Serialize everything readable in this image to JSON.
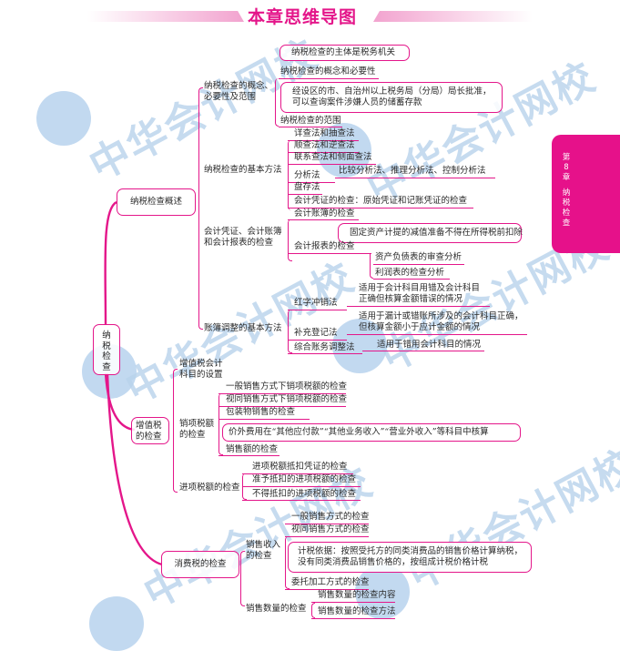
{
  "header": {
    "title": "本章思维导图"
  },
  "side_tab": {
    "chapter": [
      "第",
      "8",
      "章"
    ],
    "name": [
      "纳",
      "税",
      "检",
      "查"
    ]
  },
  "watermark": {
    "text": "中华会计网校"
  },
  "colors": {
    "accent": "#e4168a",
    "tab": "#e6118a",
    "watermark": "#b9d3ec"
  },
  "root": {
    "label_chars": [
      "纳",
      "税",
      "检",
      "查"
    ]
  },
  "overview": {
    "label": "纳税检查概述",
    "concept": {
      "label_lines": [
        "纳税检查的概念、",
        "必要性及范围"
      ],
      "callout_subject": "纳税检查的主体是税务机关",
      "item_concept": "纳税检查的概念和必要性",
      "callout_scope": [
        "经设区的市、自治州以上税务局（分局）局长批准，",
        "可以查询案件涉嫌人员的储蓄存款"
      ],
      "item_scope": "纳税检查的范围"
    },
    "methods": {
      "label": "纳税检查的基本方法",
      "items": [
        "详查法和抽查法",
        "顺查法和逆查法",
        "联系查法和侧面查法",
        "分析法",
        "盘存法"
      ],
      "analysis_detail": "比较分析法、推理分析法、控制分析法"
    },
    "accounting": {
      "label_lines": [
        "会计凭证、会计账簿",
        "和会计报表的检查"
      ],
      "voucher": "会计凭证的检查：原始凭证和记账凭证的检查",
      "ledger": "会计账簿的检查",
      "callout": "固定资产计提的减值准备不得在所得税前扣除",
      "statements": "会计报表的检查",
      "balance_sheet": "资产负债表的审查分析",
      "income_statement": "利润表的检查分析"
    },
    "adjust": {
      "label": "账簿调整的基本方法",
      "red": "红字冲销法",
      "red_note": [
        "适用于会计科目用错及会计科目",
        "正确但核算金额错误的情况"
      ],
      "supplement": "补充登记法",
      "supplement_note": [
        "适用于漏计或错账所涉及的会计科目正确，",
        "但核算金额小于应计金额的情况"
      ],
      "comprehensive": "综合账务调整法",
      "comprehensive_note": "适用于错用会计科目的情况"
    }
  },
  "vat": {
    "label_lines": [
      "增值税",
      "的检查"
    ],
    "setup_lines": [
      "增值税会计",
      "科目的设置"
    ],
    "output": {
      "label_lines": [
        "销项税额",
        "的检查"
      ],
      "items": [
        "一般销售方式下销项税额的检查",
        "视同销售方式下销项税额的检查",
        "包装物销售的检查"
      ],
      "callout": "价外费用在“其他应付款”“其他业务收入”“营业外收入”等科目中核算",
      "sales": "销售额的检查"
    },
    "input": {
      "label": "进项税额的检查",
      "items": [
        "进项税额抵扣凭证的检查",
        "准予抵扣的进项税额的检查",
        "不得抵扣的进项税额的检查"
      ]
    }
  },
  "consumption": {
    "label": "消费税的检查",
    "income": {
      "label_lines": [
        "销售收入",
        "的检查"
      ],
      "items": [
        "一般销售方式的检查",
        "视同销售方式的检查"
      ],
      "callout": [
        "计税依据：按照受托方的同类消费品的销售价格计算纳税，",
        "没有同类消费品销售价格的，按组成计税价格计税"
      ],
      "entrusted": "委托加工方式的检查"
    },
    "quantity": {
      "label": "销售数量的检查",
      "items": [
        "销售数量的检查内容",
        "销售数量的检查方法"
      ]
    }
  }
}
